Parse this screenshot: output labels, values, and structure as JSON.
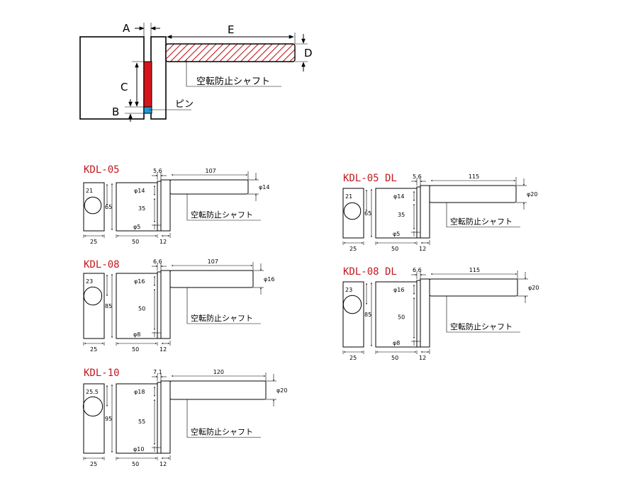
{
  "top": {
    "letters": {
      "a": "A",
      "b": "B",
      "c": "C",
      "d": "D",
      "e": "E"
    },
    "shaft_label": "空転防止シャフト",
    "pin_label": "ピン"
  },
  "models": [
    {
      "title": "KDL-05",
      "hole": "21",
      "height": "65",
      "base": "25",
      "body": "50",
      "plate": "12",
      "gap": "5.6",
      "length": "107",
      "shaft_d": "φ14",
      "upper_d": "φ14",
      "mid": "35",
      "lower_d": "φ5",
      "shaft_label": "空転防止シャフト"
    },
    {
      "title": "KDL-08",
      "hole": "23",
      "height": "85",
      "base": "25",
      "body": "50",
      "plate": "12",
      "gap": "6.6",
      "length": "107",
      "shaft_d": "φ16",
      "upper_d": "φ16",
      "mid": "50",
      "lower_d": "φ8",
      "shaft_label": "空転防止シャフト"
    },
    {
      "title": "KDL-10",
      "hole": "25.5",
      "height": "95",
      "base": "25",
      "body": "50",
      "plate": "12",
      "gap": "7.1",
      "length": "120",
      "shaft_d": "φ20",
      "upper_d": "φ18",
      "mid": "55",
      "lower_d": "φ10",
      "shaft_label": "空転防止シャフト"
    },
    {
      "title": "KDL-05 DL",
      "hole": "21",
      "height": "65",
      "base": "25",
      "body": "50",
      "plate": "12",
      "gap": "5.6",
      "length": "115",
      "shaft_d": "φ20",
      "upper_d": "φ14",
      "mid": "35",
      "lower_d": "φ5",
      "shaft_label": "空転防止シャフト"
    },
    {
      "title": "KDL-08 DL",
      "hole": "23",
      "height": "85",
      "base": "25",
      "body": "50",
      "plate": "12",
      "gap": "6.6",
      "length": "115",
      "shaft_d": "φ20",
      "upper_d": "φ16",
      "mid": "50",
      "lower_d": "φ8",
      "shaft_label": "空転防止シャフト"
    }
  ]
}
